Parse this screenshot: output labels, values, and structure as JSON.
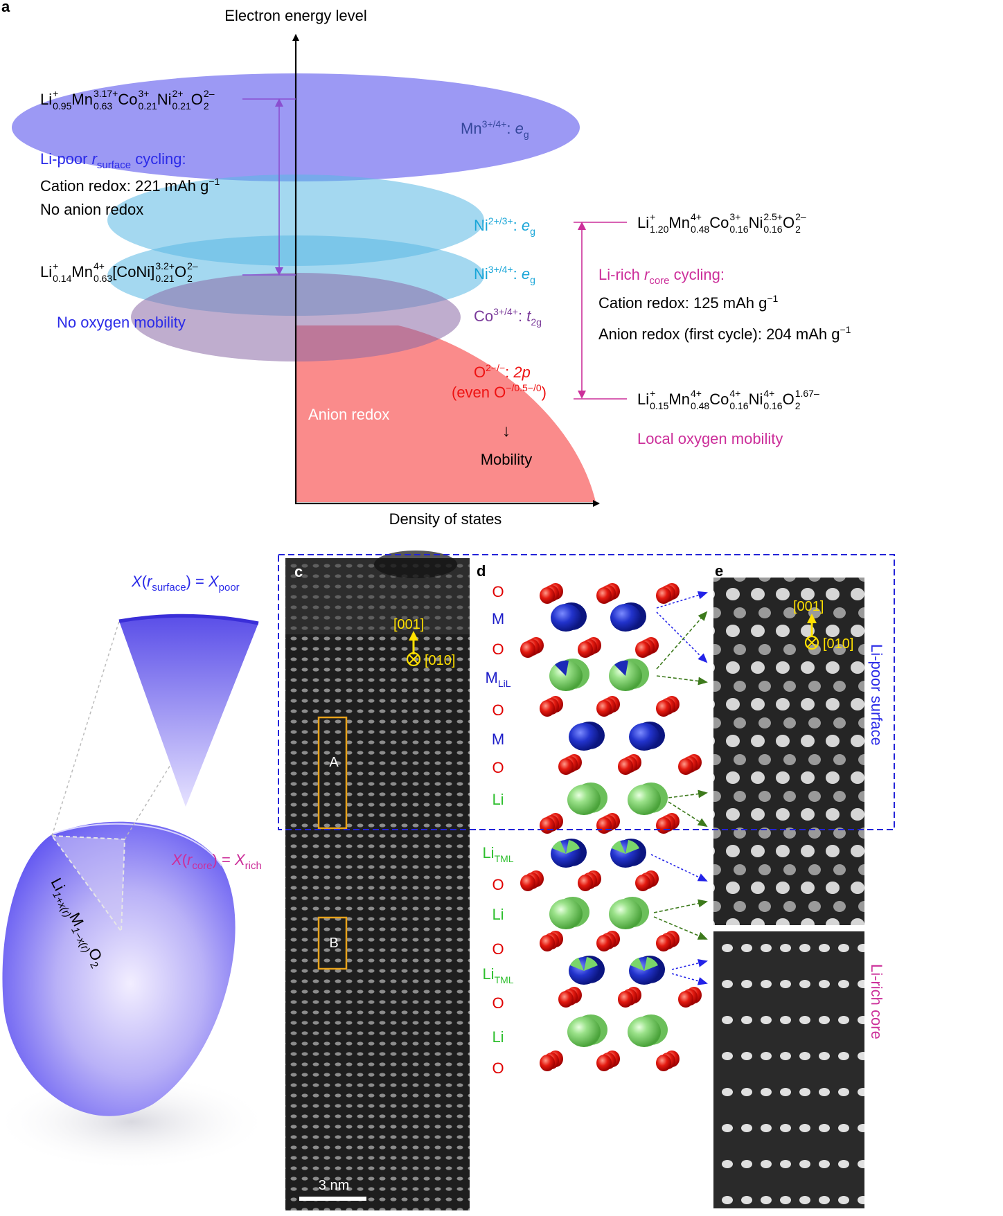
{
  "panel_labels": {
    "a": "a",
    "c": "c",
    "d": "d",
    "e": "e"
  },
  "energy": {
    "y_axis_label": "Electron energy level",
    "x_axis_label": "Density of states",
    "bands": {
      "mn": {
        "species": "Mn",
        "ox": "3+/4+",
        "orbital": "e",
        "orbital_sub": "g"
      },
      "ni1": {
        "species": "Ni",
        "ox": "2+/3+",
        "orbital": "e",
        "orbital_sub": "g"
      },
      "ni2": {
        "species": "Ni",
        "ox": "3+/4+",
        "orbital": "e",
        "orbital_sub": "g"
      },
      "co": {
        "species": "Co",
        "ox": "3+/4+",
        "orbital": "t",
        "orbital_sub": "2g"
      },
      "o": {
        "species": "O",
        "ox": "2−/−",
        "orbital": "2p",
        "even_prefix": "(even O",
        "even_ox": "−/0.5−/0",
        "even_suffix": ")"
      }
    },
    "anion_redox": "Anion redox",
    "mobility_arrow": "↓",
    "mobility": "Mobility",
    "left": {
      "formula_top": [
        {
          "el": "Li",
          "sup": "+",
          "sub": "0.95"
        },
        {
          "el": "Mn",
          "sup": "3.17+",
          "sub": "0.63"
        },
        {
          "el": "Co",
          "sup": "3+",
          "sub": "0.21"
        },
        {
          "el": "Ni",
          "sup": "2+",
          "sub": "0.21"
        },
        {
          "el": "O",
          "sup": "2–",
          "sub": "2"
        }
      ],
      "formula_bottom": [
        {
          "el": "Li",
          "sup": "+",
          "sub": "0.14"
        },
        {
          "el": "Mn",
          "sup": "4+",
          "sub": "0.63"
        },
        {
          "el": "[CoNi]",
          "sup": "3.2+",
          "sub": "0.21"
        },
        {
          "el": "O",
          "sup": "2–",
          "sub": "2"
        }
      ],
      "title_prefix": "Li-poor ",
      "title_r": "r",
      "title_sub": "surface",
      "title_suffix": " cycling:",
      "cation_prefix": "Cation redox: 221 mAh g",
      "cation_sup": "−1",
      "anion": "No anion redox",
      "mobility": "No oxygen mobility"
    },
    "right": {
      "formula_top": [
        {
          "el": "Li",
          "sup": "+",
          "sub": "1.20"
        },
        {
          "el": "Mn",
          "sup": "4+",
          "sub": "0.48"
        },
        {
          "el": "Co",
          "sup": "3+",
          "sub": "0.16"
        },
        {
          "el": "Ni",
          "sup": "2.5+",
          "sub": "0.16"
        },
        {
          "el": "O",
          "sup": "2–",
          "sub": "2"
        }
      ],
      "formula_bottom": [
        {
          "el": "Li",
          "sup": "+",
          "sub": "0.15"
        },
        {
          "el": "Mn",
          "sup": "4+",
          "sub": "0.48"
        },
        {
          "el": "Co",
          "sup": "4+",
          "sub": "0.16"
        },
        {
          "el": "Ni",
          "sup": "4+",
          "sub": "0.16"
        },
        {
          "el": "O",
          "sup": "1.67–",
          "sub": "2"
        }
      ],
      "title_prefix": "Li-rich ",
      "title_r": "r",
      "title_sub": "core",
      "title_suffix": " cycling:",
      "cation_prefix": "Cation redox: 125 mAh g",
      "cation_sup": "−1",
      "anion_prefix": "Anion redox (first cycle): 204 mAh g",
      "anion_sup": "−1",
      "mobility": "Local oxygen mobility"
    }
  },
  "particle": {
    "surface_x": "X",
    "surface_open": "(",
    "surface_r": "r",
    "surface_sub": "surface",
    "surface_close": ") = ",
    "surface_X": "X",
    "surface_Xsub": "poor",
    "core_x": "X",
    "core_open": "(",
    "core_r": "r",
    "core_sub": "core",
    "core_close": ") = ",
    "core_X": "X",
    "core_Xsub": "rich",
    "formula": {
      "li": "Li",
      "li_sub": "1+x(r)",
      "m": "M",
      "m_sub": "1−x(r)",
      "o": "O",
      "o_sub": "2"
    }
  },
  "stem": {
    "dir_up": "[001]",
    "dir_in": "[010]",
    "box_a": "A",
    "box_b": "B",
    "scale_bar": "3 nm"
  },
  "layers": [
    {
      "label": "O",
      "sub": "",
      "color": "#e00000"
    },
    {
      "label": "M",
      "sub": "",
      "color": "#1c1cc8"
    },
    {
      "label": "O",
      "sub": "",
      "color": "#e00000"
    },
    {
      "label": "M",
      "sub": "LiL",
      "color": "#1c1cc8"
    },
    {
      "label": "O",
      "sub": "",
      "color": "#e00000"
    },
    {
      "label": "M",
      "sub": "",
      "color": "#1c1cc8"
    },
    {
      "label": "O",
      "sub": "",
      "color": "#e00000"
    },
    {
      "label": "Li",
      "sub": "",
      "color": "#2fbf2f"
    },
    {
      "label": "Li",
      "sub": "TML",
      "color": "#2fbf2f"
    },
    {
      "label": "O",
      "sub": "",
      "color": "#e00000"
    },
    {
      "label": "Li",
      "sub": "",
      "color": "#2fbf2f"
    },
    {
      "label": "O",
      "sub": "",
      "color": "#e00000"
    },
    {
      "label": "Li",
      "sub": "TML",
      "color": "#2fbf2f"
    },
    {
      "label": "O",
      "sub": "",
      "color": "#e00000"
    },
    {
      "label": "Li",
      "sub": "",
      "color": "#2fbf2f"
    },
    {
      "label": "O",
      "sub": "",
      "color": "#e00000"
    }
  ],
  "side_labels": {
    "surface": "Li-poor surface",
    "core": "Li-rich core"
  },
  "colors": {
    "purple_line": "#8a4fd0",
    "magenta": "#cc2f9a",
    "blue_text": "#2a2ae8",
    "cyan_text": "#1aa6d8",
    "co_text": "#7a3a9a",
    "o_text": "#ee1111",
    "mn_band": "#9c99f4",
    "o_band": "#fa8b8b",
    "yellow": "#ffe000",
    "box_orange": "#e8a21a",
    "dash_blue": "#2323d8"
  }
}
